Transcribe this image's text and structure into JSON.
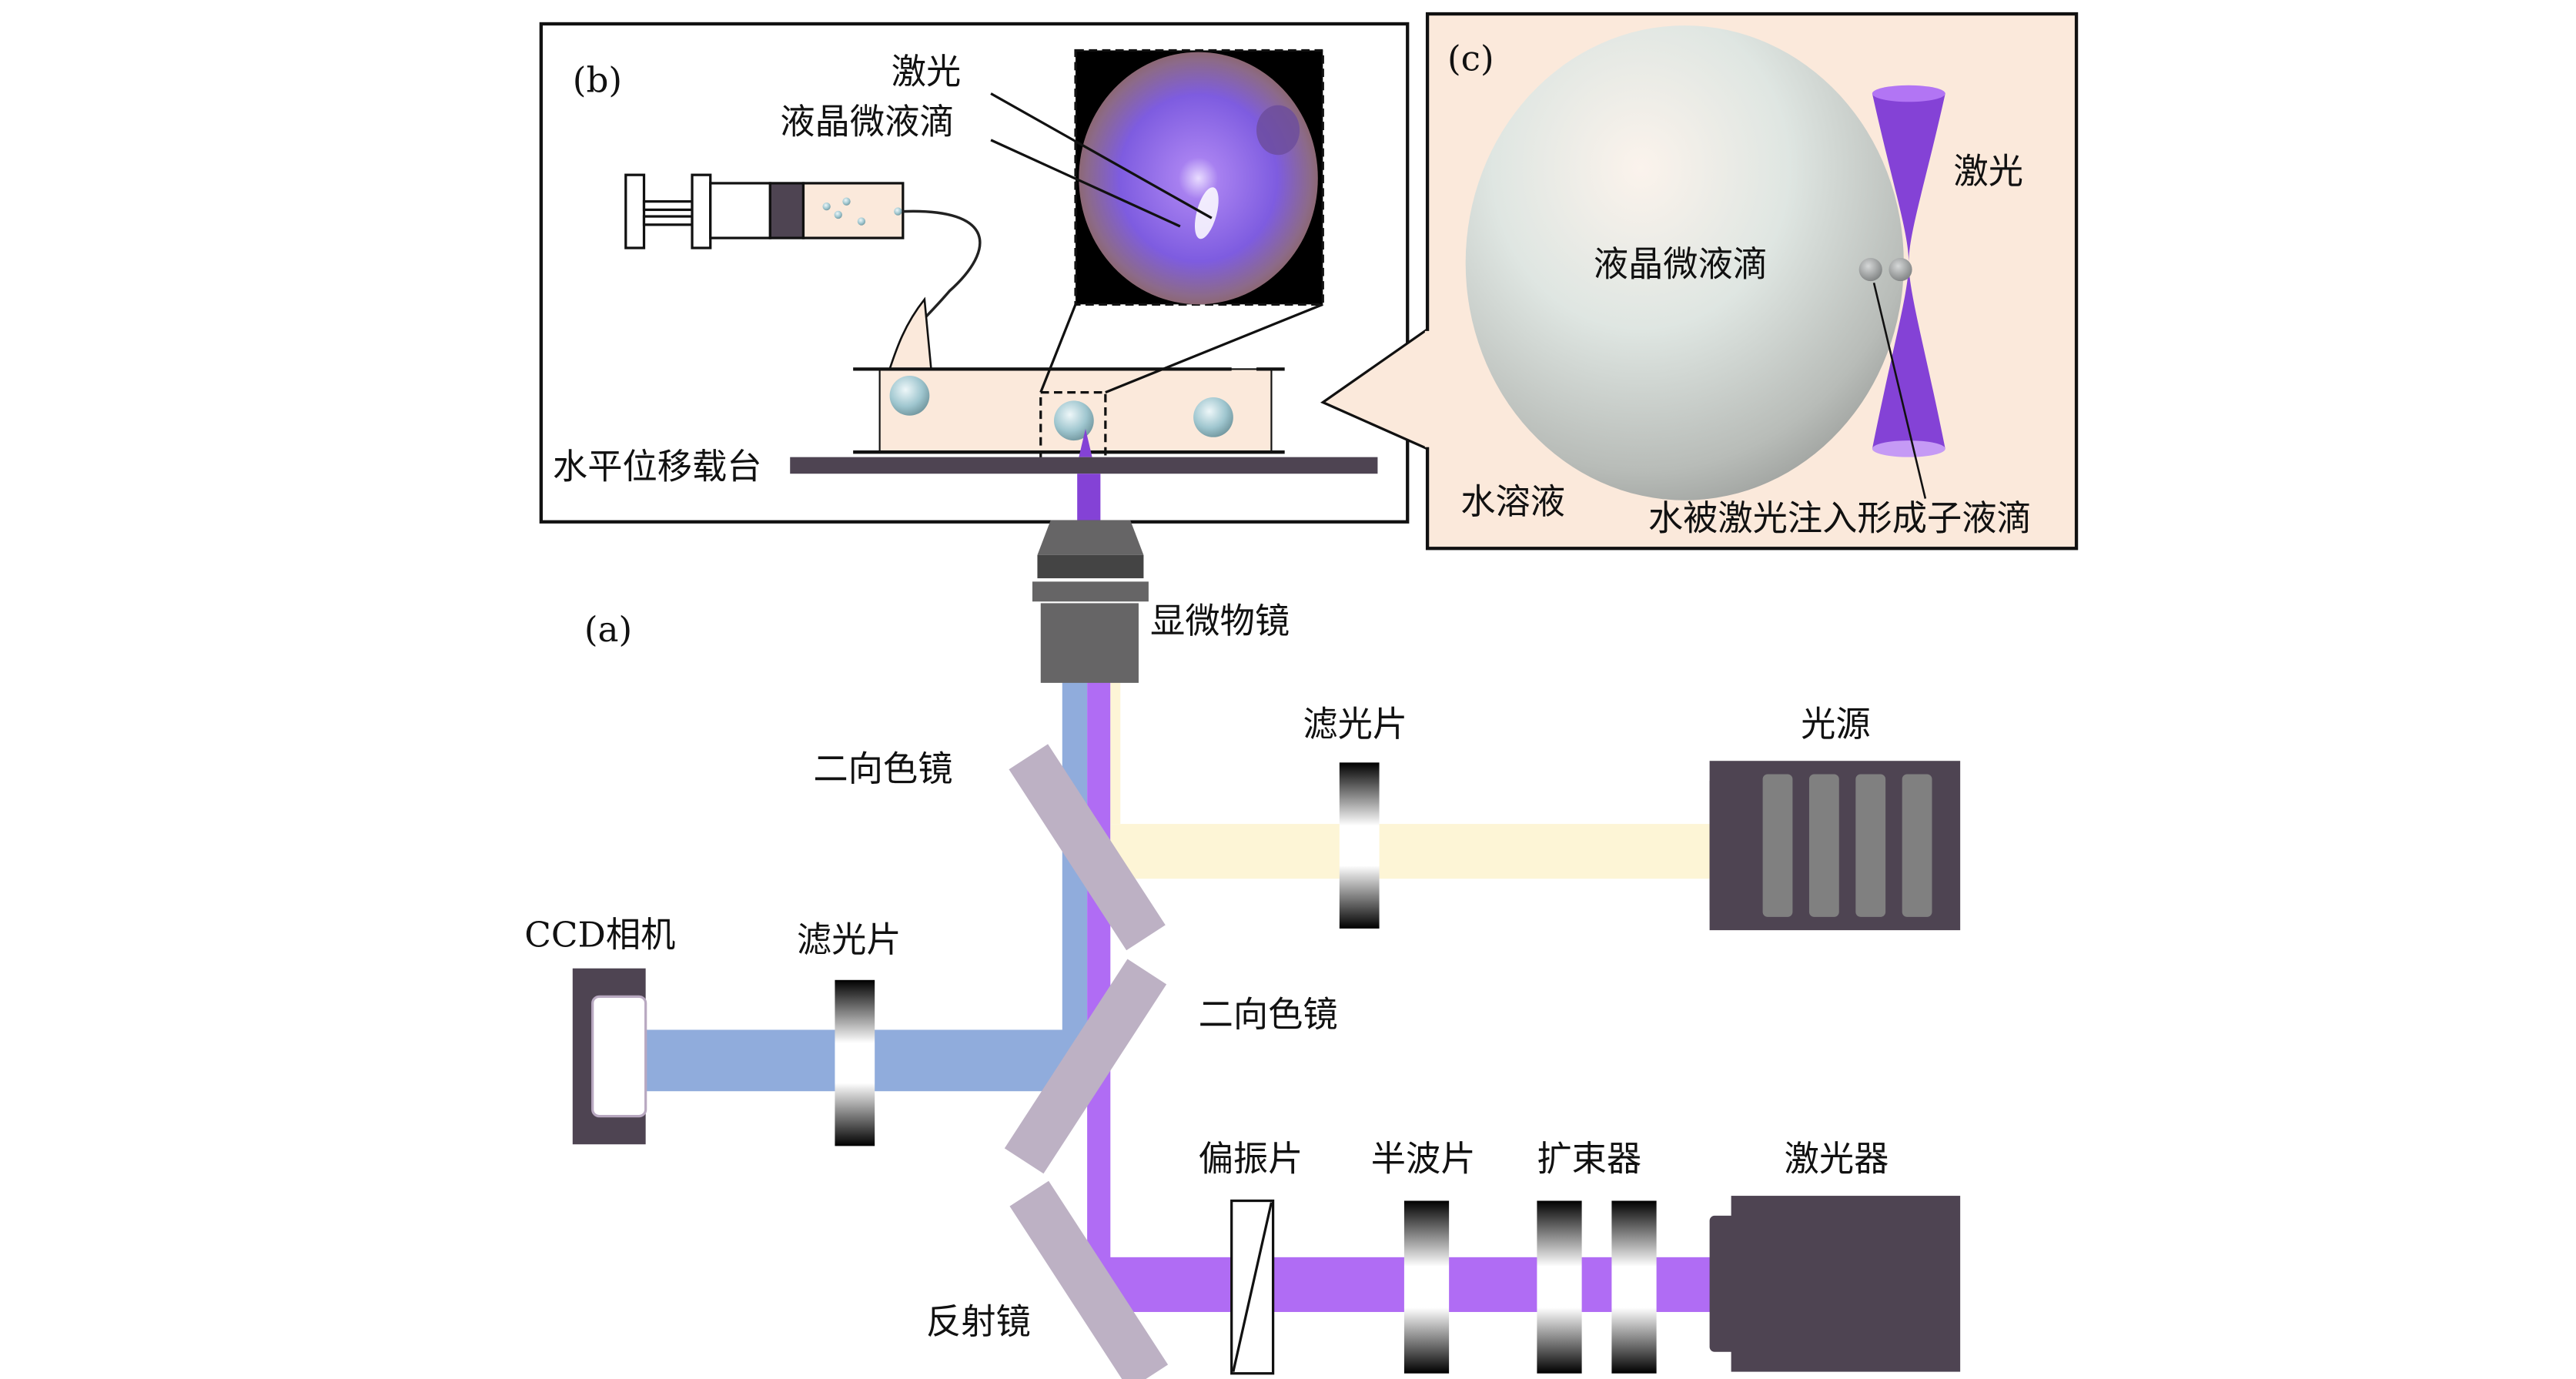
{
  "panels": {
    "a": {
      "tag": "(a)"
    },
    "b": {
      "tag": "(b)",
      "labels": {
        "laser": "激光",
        "lc_droplet": "液晶微液滴",
        "stage": "水平位移载台"
      }
    },
    "c": {
      "tag": "(c)",
      "labels": {
        "lc_droplet": "液晶微液滴",
        "laser": "激光",
        "water_solution": "水溶液",
        "sub_droplet": "水被激光注入形成子液滴"
      }
    }
  },
  "components": {
    "objective": "显微物镜",
    "dichroic_upper": "二向色镜",
    "dichroic_lower": "二向色镜",
    "filter_light_source": "滤光片",
    "light_source": "光源",
    "ccd_camera": "CCD相机",
    "filter_ccd": "滤光片",
    "polarizer": "偏振片",
    "half_wave_plate": "半波片",
    "beam_expander": "扩束器",
    "laser": "激光器",
    "mirror": "反射镜"
  },
  "colors": {
    "laser_beam": "#b06cf4",
    "laser_dark": "#8442d6",
    "imaging_beam": "#90acdc",
    "illumination_beam": "#fdf5d6",
    "mirror": "#bdb1c4",
    "device_dark": "#4e4452",
    "objective": "#666566",
    "chamber_fill": "#fbe9db",
    "droplet": "#a9cfd7"
  }
}
